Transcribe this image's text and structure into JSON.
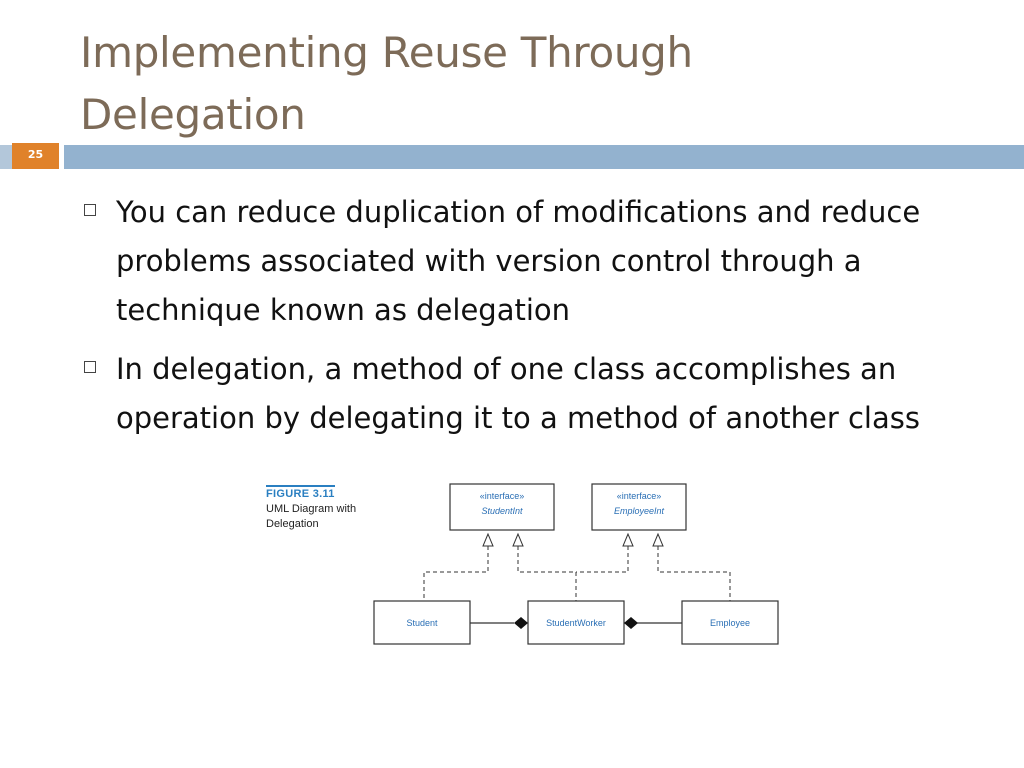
{
  "slide": {
    "title_lines": [
      "Implementing Reuse Through",
      "Delegation"
    ],
    "number": "25"
  },
  "bullets": [
    "You can reduce duplication of modifications and reduce problems associated with version control through a technique known as delegation",
    "In delegation, a method of one class accomplishes an operation by delegating it to a method of another class"
  ],
  "figure": {
    "label": "FIGURE 3.11",
    "caption_lines": [
      "UML Diagram with",
      "Delegation"
    ],
    "interfaces": [
      {
        "stereotype": "«interface»",
        "name": "StudentInt"
      },
      {
        "stereotype": "«interface»",
        "name": "EmployeeInt"
      }
    ],
    "classes": [
      "Student",
      "StudentWorker",
      "Employee"
    ]
  },
  "colors": {
    "title": "#7d6b58",
    "rule": "#93b2cf",
    "slide_number_bg": "#e0822a",
    "figure_label": "#2a7fc1",
    "diagram_text": "#2a6fb5"
  }
}
